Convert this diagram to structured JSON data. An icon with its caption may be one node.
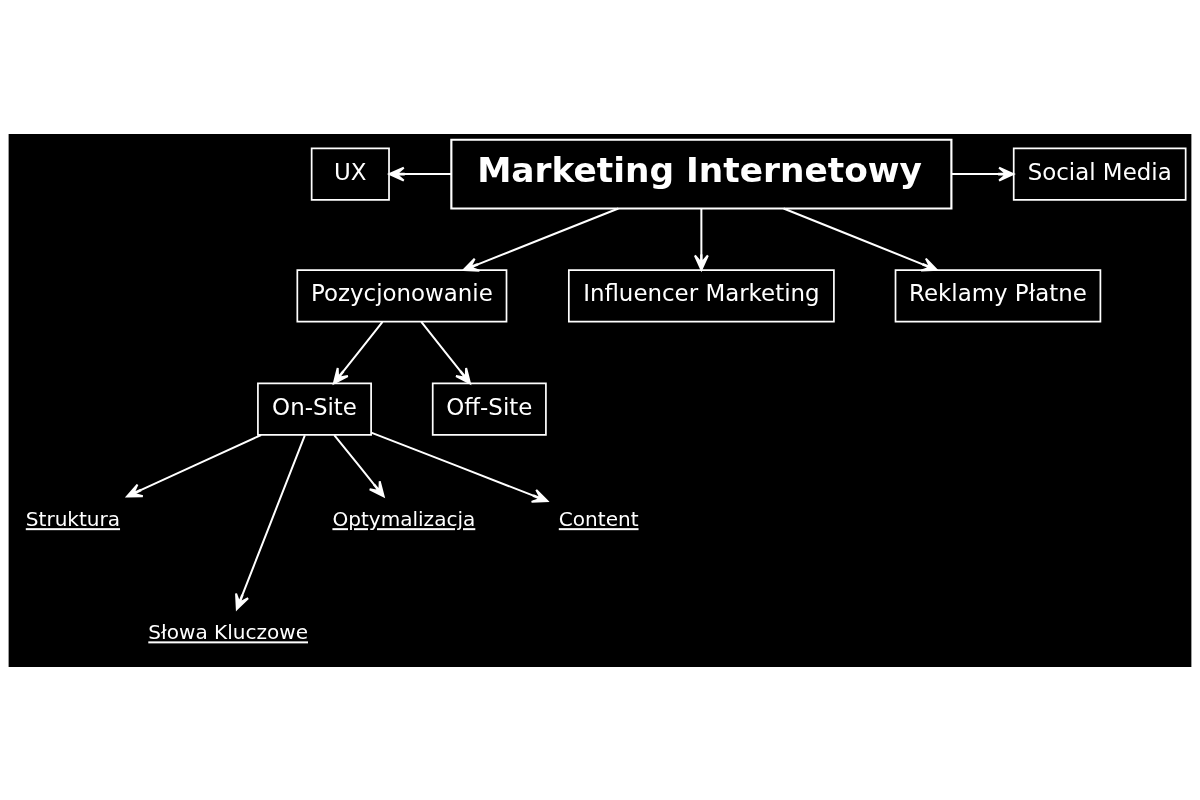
{
  "diagram": {
    "nodes": [
      {
        "text": [
          "UX"
        ]
      },
      {
        "text": [
          "Marketing Internetowy"
        ]
      },
      {
        "text": [
          "Social Media"
        ]
      },
      {
        "text": [
          "Pozycjonowanie"
        ]
      },
      {
        "text": [
          "Influencer Marketing"
        ]
      },
      {
        "text": [
          "Reklamy Płatne"
        ]
      },
      {
        "text": [
          "On-Site"
        ]
      },
      {
        "text": [
          "Off-Site"
        ]
      },
      {
        "text": [
          "Struktura"
        ]
      },
      {
        "text": [
          "Słowa Kluczowe"
        ]
      },
      {
        "text": [
          "Optymalizacja"
        ]
      },
      {
        "text": [
          "Content"
        ]
      }
    ],
    "edges": [
      {
        "from": 1,
        "to": 0,
        "arrow": "to"
      },
      {
        "from": 1,
        "to": 2,
        "arrow": "to"
      },
      {
        "from": 1,
        "to": 3,
        "arrow": "to"
      },
      {
        "from": 1,
        "to": 4,
        "arrow": "to"
      },
      {
        "from": 1,
        "to": 5,
        "arrow": "to"
      },
      {
        "from": 3,
        "to": 6,
        "arrow": "to"
      },
      {
        "from": 3,
        "to": 7,
        "arrow": "to"
      },
      {
        "from": 6,
        "to": 8,
        "arrow": "to"
      },
      {
        "from": 6,
        "to": 9,
        "arrow": "to"
      },
      {
        "from": 6,
        "to": 10,
        "arrow": "to"
      },
      {
        "from": 6,
        "to": 11,
        "arrow": "to"
      }
    ]
  }
}
